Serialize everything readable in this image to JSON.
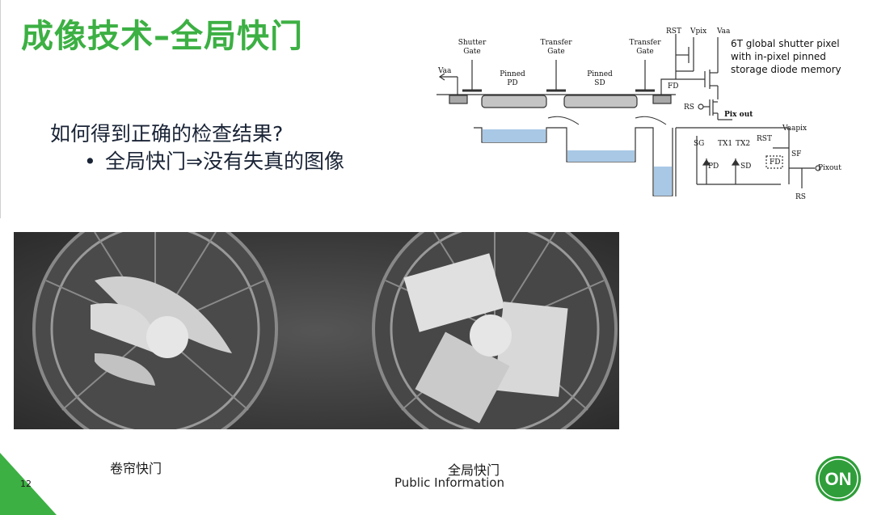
{
  "slide": {
    "title": "成像技术–全局快门",
    "question": "如何得到正确的检查结果?",
    "bullet": "全局快门⇒没有失真的图像",
    "page_number": "12",
    "footer": "Public Information",
    "logo_text": "ON"
  },
  "diagram": {
    "shutter_gate": [
      "Shutter",
      "Gate"
    ],
    "transfer_gate_1": [
      "Transfer",
      "Gate"
    ],
    "transfer_gate_2": [
      "Transfer",
      "Gate"
    ],
    "pinned_pd": [
      "Pinned",
      "PD"
    ],
    "pinned_sd": [
      "Pinned",
      "SD"
    ],
    "vaa_left": "Vaa",
    "fd": "FD",
    "rst": "RST",
    "vpix": "Vpix",
    "vaa": "Vaa",
    "rs": "RS",
    "pix_out": "Pix out",
    "description": [
      "6T global shutter pixel",
      "with in-pixel pinned",
      "storage diode memory"
    ],
    "sg": "SG",
    "tx1": "TX1",
    "tx2": "TX2",
    "rst2": "RST",
    "vaapix": "Vaapix",
    "pd": "PD",
    "sd": "SD",
    "fd2": "FD",
    "sf": "SF",
    "pixout": "Pixout",
    "rs2": "RS"
  },
  "captions": {
    "rolling": "卷帘快门",
    "global": "全局快门"
  },
  "colors": {
    "title_green": "#3cb043",
    "text_dark": "#1a2436",
    "water_blue": "#a9c8e6",
    "corner_green": "#3cb043"
  }
}
